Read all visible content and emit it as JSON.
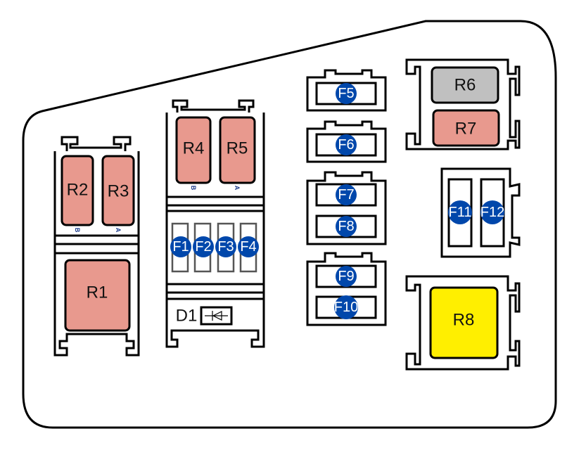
{
  "title": "Fuse and relay box layout",
  "colors": {
    "relay_default": "#e8998e",
    "relay_grey": "#c0c0c0",
    "relay_yellow": "#ffef00",
    "fuse_badge": "#0047ab",
    "outline": "#000000"
  },
  "relays": [
    {
      "id": "R1",
      "label": "R1",
      "color": "relay_default"
    },
    {
      "id": "R2",
      "label": "R2",
      "color": "relay_default"
    },
    {
      "id": "R3",
      "label": "R3",
      "color": "relay_default"
    },
    {
      "id": "R4",
      "label": "R4",
      "color": "relay_default"
    },
    {
      "id": "R5",
      "label": "R5",
      "color": "relay_default"
    },
    {
      "id": "R6",
      "label": "R6",
      "color": "relay_grey"
    },
    {
      "id": "R7",
      "label": "R7",
      "color": "relay_default"
    },
    {
      "id": "R8",
      "label": "R8",
      "color": "relay_yellow"
    }
  ],
  "fuses": [
    "F1",
    "F2",
    "F3",
    "F4",
    "F5",
    "F6",
    "F7",
    "F8",
    "F9",
    "F10",
    "F11",
    "F12"
  ],
  "pin_marks": {
    "left": "B",
    "right": "A"
  },
  "diode": {
    "label": "D1",
    "icon": "diode-icon"
  }
}
